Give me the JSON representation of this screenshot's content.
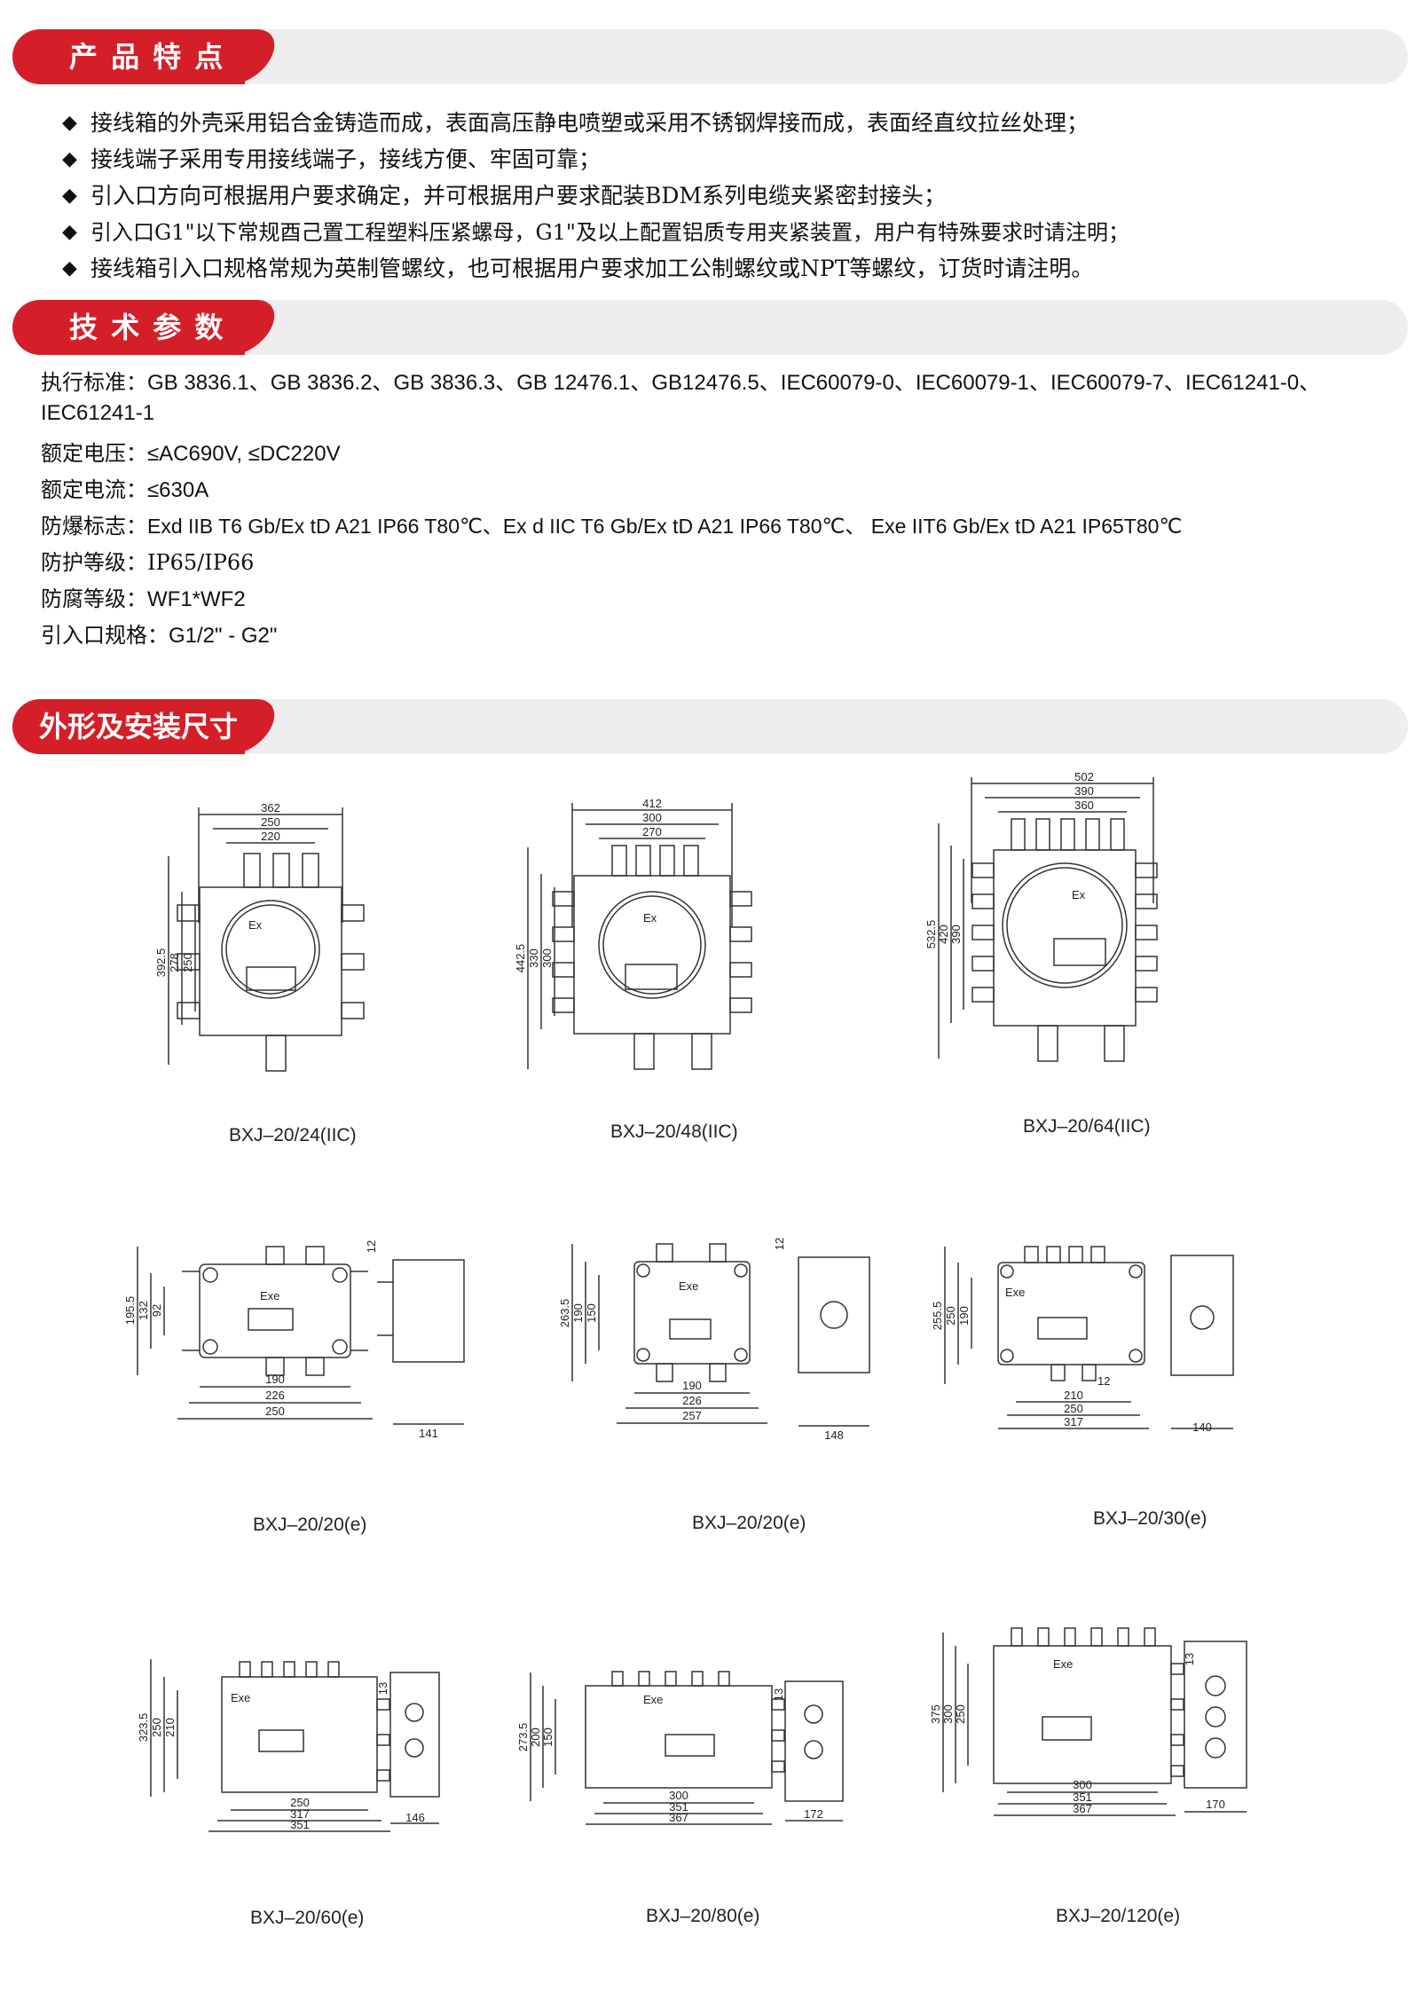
{
  "sections": {
    "features_title": "产 品 特 点",
    "params_title": "技 术 参 数",
    "dims_title": "外形及安装尺寸"
  },
  "features": [
    "接线箱的外壳采用铝合金铸造而成，表面高压静电喷塑或采用不锈钢焊接而成，表面经直纹拉丝处理；",
    "接线端子采用专用接线端子，接线方便、牢固可靠；",
    "引入口方向可根据用户要求确定，并可根据用户要求配装BDM系列电缆夹紧密封接头；",
    "引入口G1\"以下常规酉己置工程塑料压紧螺母，G1\"及以上配置铝质专用夹紧装置，用户有特殊要求时请注明；",
    "接线箱引入口规格常规为英制管螺纹，也可根据用户要求加工公制螺纹或NPT等螺纹，订货时请注明。"
  ],
  "feature_bullet": "◆",
  "params": {
    "standard_label": "执行标准：",
    "standard_value": "GB 3836.1、GB 3836.2、GB 3836.3、GB 12476.1、GB12476.5、IEC60079-0、IEC60079-1、IEC60079-7、IEC61241-0、IEC61241-1",
    "voltage_label": "额定电压：",
    "voltage_value": "≤AC690V, ≤DC220V",
    "current_label": "额定电流：",
    "current_value": "≤630A",
    "explosion_label": "防爆标志：",
    "explosion_value": "Exd IIB T6 Gb/Ex tD A21 IP66 T80℃、Ex d IIC T6 Gb/Ex tD A21 IP66 T80℃、 Exe IIT6 Gb/Ex tD A21 IP65T80℃",
    "protection_label": "防护等级：",
    "protection_value": "IP65/IP66",
    "corrosion_label": "防腐等级：",
    "corrosion_value": "WF1*WF2",
    "inlet_label": "引入口规格：",
    "inlet_value": "G1/2\" - G2\""
  },
  "drawings": {
    "d1": {
      "caption": "BXJ–20/24(IIC)",
      "label": "Ex",
      "dims": [
        "362",
        "250",
        "220",
        "392.5",
        "278",
        "250"
      ]
    },
    "d2": {
      "caption": "BXJ–20/48(IIC)",
      "label": "Ex",
      "dims": [
        "412",
        "300",
        "270",
        "442.5",
        "330",
        "300"
      ]
    },
    "d3": {
      "caption": "BXJ–20/64(IIC)",
      "label": "Ex",
      "dims": [
        "502",
        "390",
        "360",
        "532.5",
        "420",
        "390"
      ]
    },
    "d4": {
      "caption": "BXJ–20/20(e)",
      "label": "Exe",
      "dims": [
        "190",
        "226",
        "250",
        "195.5",
        "132",
        "92",
        "12",
        "141"
      ]
    },
    "d5": {
      "caption": "BXJ–20/20(e)",
      "label": "Exe",
      "dims": [
        "190",
        "226",
        "257",
        "263.5",
        "190",
        "150",
        "12",
        "148"
      ]
    },
    "d6": {
      "caption": "BXJ–20/30(e)",
      "label": "Exe",
      "dims": [
        "210",
        "250",
        "317",
        "255.5",
        "250",
        "190",
        "12",
        "140"
      ]
    },
    "d7": {
      "caption": "BXJ–20/60(e)",
      "label": "Exe",
      "dims": [
        "250",
        "317",
        "351",
        "323.5",
        "250",
        "210",
        "13",
        "146"
      ]
    },
    "d8": {
      "caption": "BXJ–20/80(e)",
      "label": "Exe",
      "dims": [
        "300",
        "351",
        "367",
        "273.5",
        "200",
        "150",
        "13",
        "172"
      ]
    },
    "d9": {
      "caption": "BXJ–20/120(e)",
      "label": "Exe",
      "dims": [
        "300",
        "351",
        "367",
        "375",
        "300",
        "250",
        "13",
        "170"
      ]
    }
  },
  "colors": {
    "accent": "#d41f28",
    "header_bar": "#eeeeee"
  }
}
